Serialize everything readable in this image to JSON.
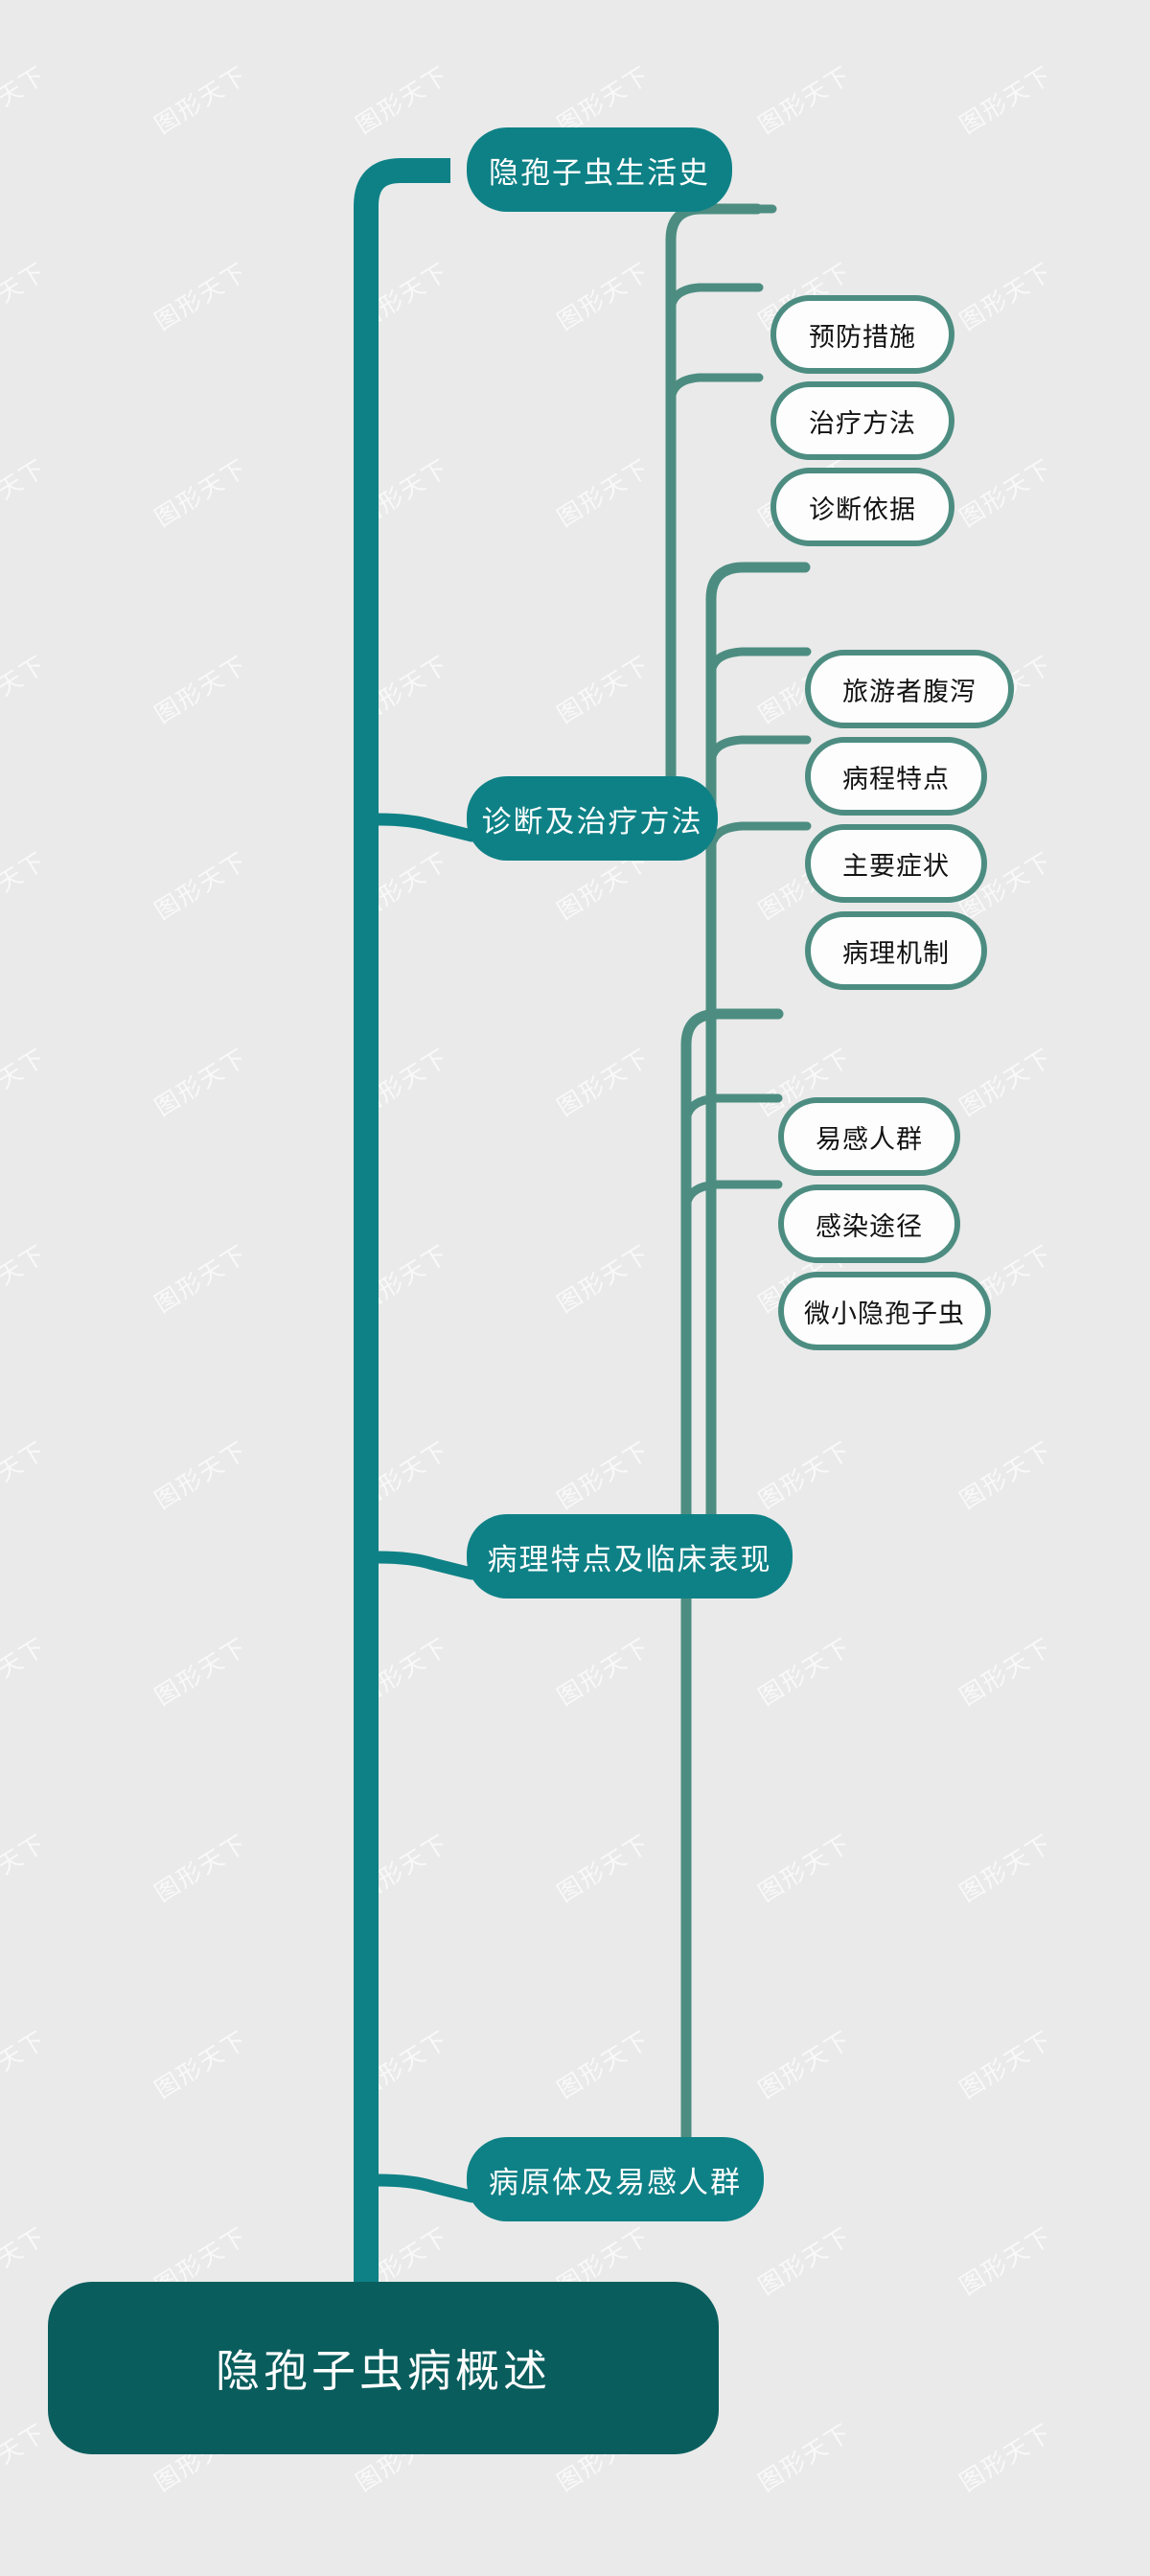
{
  "diagram": {
    "type": "mind-map",
    "orientation": "vertical-trunk-right-branches",
    "background_color": "#eaeaea",
    "watermark_text": "图形天下",
    "colors": {
      "root_fill": "#0a5d5d",
      "branch_fill": "#0e8186",
      "leaf_fill": "#fdfdfd",
      "leaf_border": "#4d8d81",
      "trunk": "#0e8186",
      "sub_stem": "#4d8d81",
      "root_text": "#ffffff",
      "branch_text": "#ffffff",
      "leaf_text": "#121212"
    },
    "root": {
      "label": "隐孢子虫病概述"
    },
    "branches": [
      {
        "label": "隐孢子虫生活史",
        "children": []
      },
      {
        "label": "诊断及治疗方法",
        "children": [
          {
            "label": "预防措施"
          },
          {
            "label": "治疗方法"
          },
          {
            "label": "诊断依据"
          }
        ]
      },
      {
        "label": "病理特点及临床表现",
        "children": [
          {
            "label": "旅游者腹泻"
          },
          {
            "label": "病程特点"
          },
          {
            "label": "主要症状"
          },
          {
            "label": "病理机制"
          }
        ]
      },
      {
        "label": "病原体及易感人群",
        "children": [
          {
            "label": "易感人群"
          },
          {
            "label": "感染途径"
          },
          {
            "label": "微小隐孢子虫"
          }
        ]
      }
    ]
  }
}
